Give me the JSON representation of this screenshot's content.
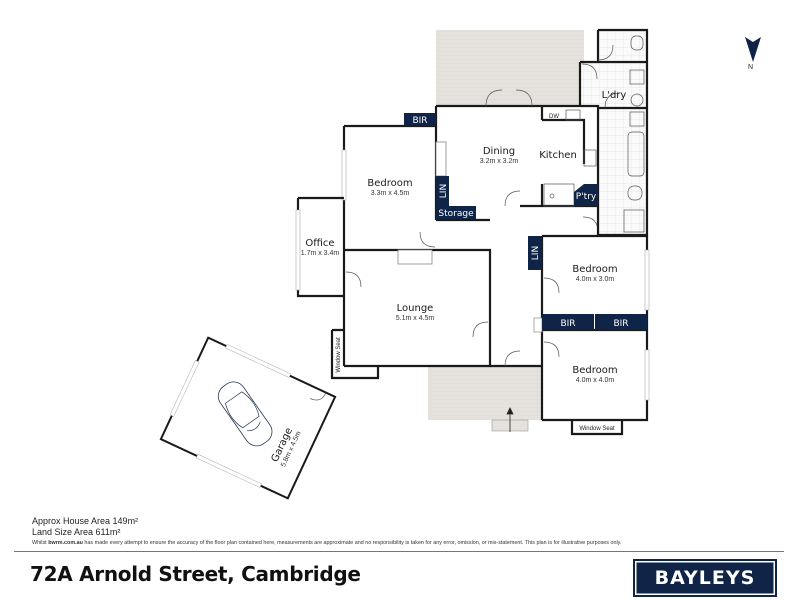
{
  "footer": {
    "house_area": "Approx House Area 149m²",
    "land_area": "Land Size Area 611m²",
    "disclaimer_prefix": "Whilst ",
    "disclaimer_site": "bwrm.com.au",
    "disclaimer_rest": " has made every attempt to ensure the accuracy of the floor plan contained here, measurements are approximate and no responsibility is taken for any error, omission, or mis-statement. This plan is for illustrative purposes only.",
    "address": "72A Arnold Street, Cambridge",
    "brand": "BAYLEYS"
  },
  "compass": {
    "label": "N"
  },
  "colors": {
    "navy": "#0f2447",
    "deck": "#e4e1dc",
    "wall": "#1a1a1a"
  },
  "rooms": {
    "dining": {
      "name": "Dining",
      "dims": "3.2m x 3.2m"
    },
    "kitchen": {
      "name": "Kitchen"
    },
    "laundry": {
      "name": "L'dry"
    },
    "bedroom1": {
      "name": "Bedroom",
      "dims": "3.3m x 4.5m"
    },
    "office": {
      "name": "Office",
      "dims": "1.7m x 3.4m"
    },
    "lounge": {
      "name": "Lounge",
      "dims": "5.1m x 4.5m"
    },
    "bedroom2": {
      "name": "Bedroom",
      "dims": "4.0m x 3.0m"
    },
    "bedroom3": {
      "name": "Bedroom",
      "dims": "4.0m x 4.0m"
    },
    "garage": {
      "name": "Garage",
      "dims": "5.8m x 4.5m"
    }
  },
  "tags": {
    "bir_top": "BIR",
    "lin_left": "LIN",
    "storage": "Storage",
    "pantry": "P'try",
    "lin_right": "LIN",
    "bir_mid1": "BIR",
    "bir_mid2": "BIR",
    "dw": "DW",
    "window_seat_left": "Window Seat",
    "window_seat_bottom": "Window Seat"
  }
}
